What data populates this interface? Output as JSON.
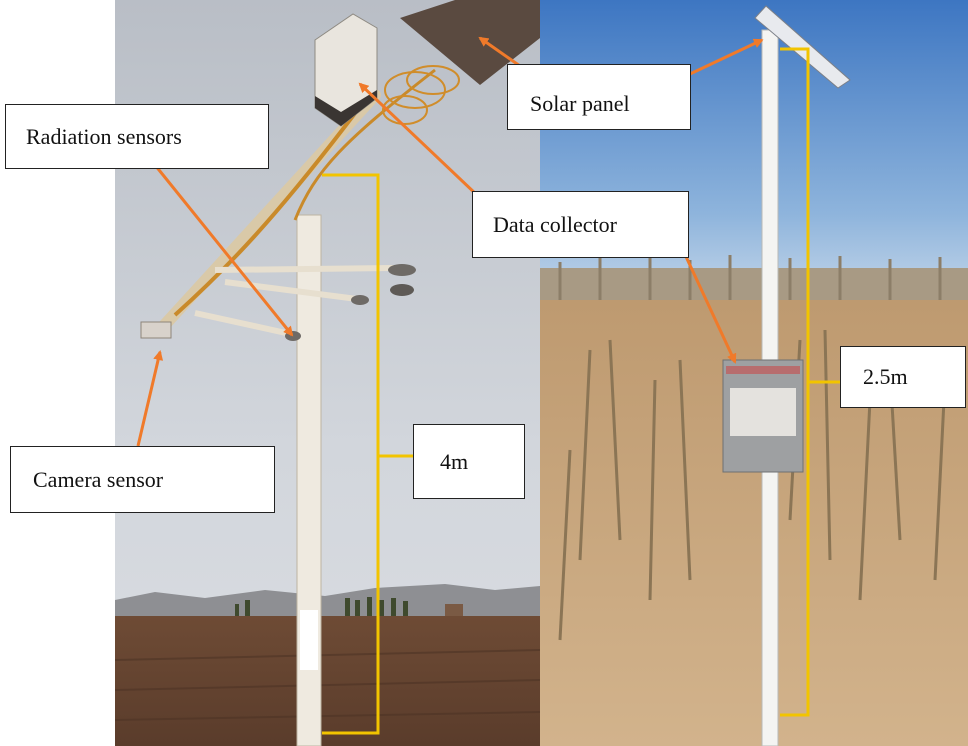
{
  "labels": {
    "radiation": "Radiation sensors",
    "camera": "Camera sensor",
    "height_left": "4m",
    "data_collector": "Data collector",
    "solar": "Solar panel",
    "height_right": "2.5m"
  },
  "colors": {
    "arrow": "#F07A2A",
    "bracket": "#F2C400",
    "sky_left": "#C9CED6",
    "sky_right": "#4F86C9",
    "soil_left": "#6B4A36",
    "soil_right": "#C9A57C"
  }
}
